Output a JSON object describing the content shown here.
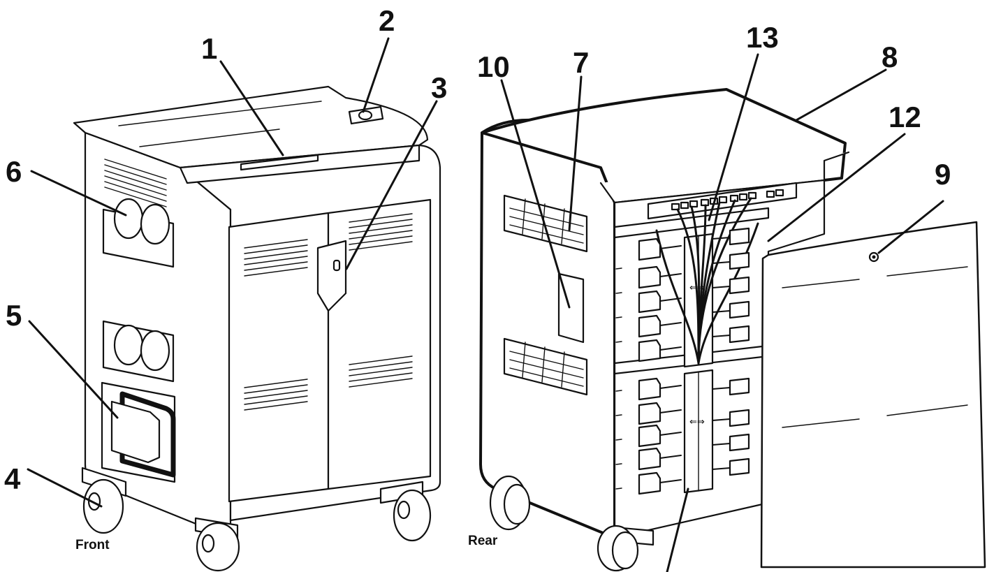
{
  "views": {
    "front_label": "Front",
    "rear_label": "Rear"
  },
  "callouts": [
    {
      "id": "1",
      "label": "1"
    },
    {
      "id": "2",
      "label": "2"
    },
    {
      "id": "3",
      "label": "3"
    },
    {
      "id": "4",
      "label": "4"
    },
    {
      "id": "5",
      "label": "5"
    },
    {
      "id": "6",
      "label": "6"
    },
    {
      "id": "7",
      "label": "7"
    },
    {
      "id": "8",
      "label": "8"
    },
    {
      "id": "9",
      "label": "9"
    },
    {
      "id": "10",
      "label": "10"
    },
    {
      "id": "12",
      "label": "12"
    },
    {
      "id": "13",
      "label": "13"
    }
  ]
}
